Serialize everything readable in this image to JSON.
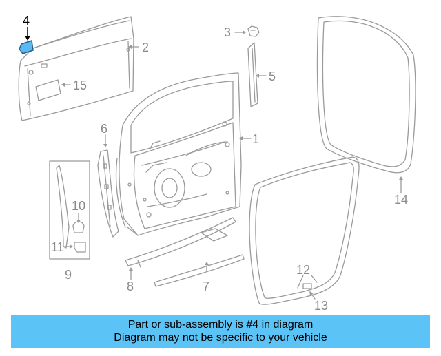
{
  "diagram": {
    "callouts": [
      "1",
      "2",
      "3",
      "4",
      "5",
      "6",
      "7",
      "8",
      "9",
      "10",
      "11",
      "12",
      "13",
      "14",
      "15"
    ],
    "highlight_part": "4",
    "colors": {
      "line": "#9a9a9a",
      "highlight_fill": "#5bb8f0",
      "highlight_stroke": "#1f5f8f",
      "callout_text": "#8a8a8a",
      "callout_highlight_text": "#000000"
    }
  },
  "banner": {
    "line1": "Part or sub-assembly is #4 in diagram",
    "line2": "Diagram may not be specific to your vehicle",
    "background": "#5bc3f5"
  }
}
